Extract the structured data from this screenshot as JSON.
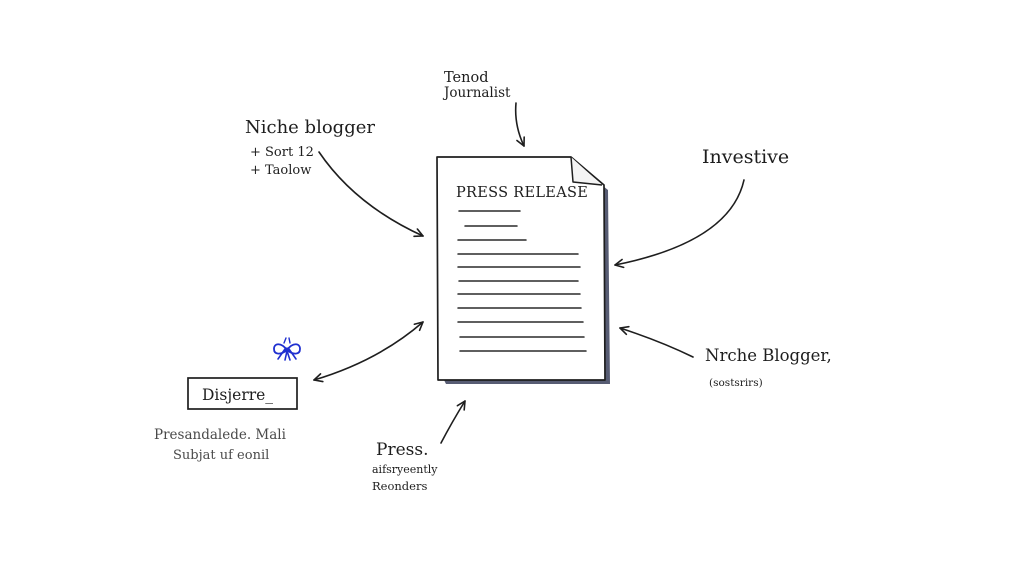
{
  "document": {
    "title": "PRESS RELEASE"
  },
  "nodes": {
    "top": {
      "line1": "Tenod",
      "line2": "Journalist"
    },
    "upper_left": {
      "title": "Niche blogger",
      "line1": "+ Sort 12",
      "line2": "+ Taolow"
    },
    "upper_right": {
      "title": "Investive"
    },
    "left_box": {
      "label": "Disjerre_",
      "caption1": "Presandalede. Mali",
      "caption2": "Subjat uf eonil"
    },
    "lower_middle": {
      "title": "Press.",
      "line1": "aifsryeently",
      "line2": "Reonders"
    },
    "lower_right": {
      "title": "Nrche Blogger,",
      "subtitle": "(sostsrirs)"
    }
  },
  "colors": {
    "ink": "#1e1e1e",
    "doc_shadow": "#3a3f5a",
    "ribbon_icon": "#1f2fd0"
  },
  "icons": {
    "ribbon": "bow-ribbon-icon"
  }
}
